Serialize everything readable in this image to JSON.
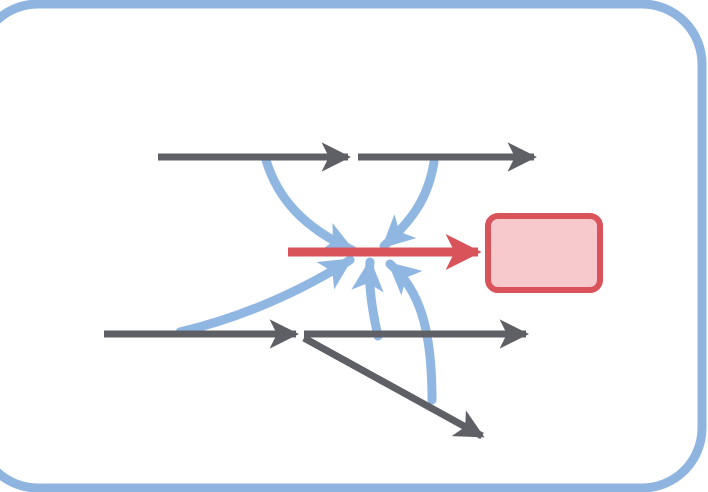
{
  "colors": {
    "frame_stroke": "#8fb4e0",
    "frame_fill": "#ffffff",
    "dark_arrow": "#5f5f66",
    "blue_arrow": "#8fb7e2",
    "red_arrow": "#d9535a",
    "target_fill": "#f7c8cc",
    "target_stroke": "#d9535a"
  },
  "diagram": {
    "type": "fishbone-arrows",
    "dark_arrow_count": 5,
    "blue_arrow_count": 5,
    "red_arrow_count": 1,
    "target_box_count": 1
  }
}
